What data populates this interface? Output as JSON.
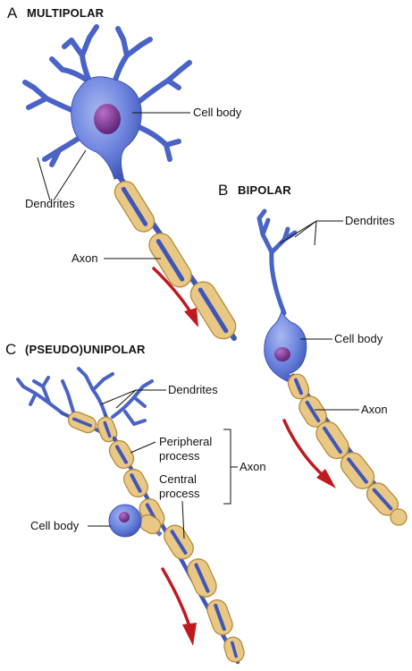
{
  "panels": {
    "a": {
      "letter": "A",
      "title": "MULTIPOLAR"
    },
    "b": {
      "letter": "B",
      "title": "BIPOLAR"
    },
    "c": {
      "letter": "C",
      "title": "(PSEUDO)UNIPOLAR"
    }
  },
  "labels": {
    "a_cell_body": "Cell body",
    "a_dendrites": "Dendrites",
    "a_axon": "Axon",
    "b_dendrites": "Dendrites",
    "b_cell_body": "Cell body",
    "b_axon": "Axon",
    "c_dendrites": "Dendrites",
    "c_peripheral_1": "Peripheral",
    "c_peripheral_2": "process",
    "c_central_1": "Central",
    "c_central_2": "process",
    "c_axon": "Axon",
    "c_cell_body": "Cell body"
  },
  "colors": {
    "cell": "#5b74d6",
    "nucleus": "#6a2a85",
    "myelin": "#e9c886",
    "axon_core": "#3f56b8",
    "arrow": "#c01a1f"
  }
}
